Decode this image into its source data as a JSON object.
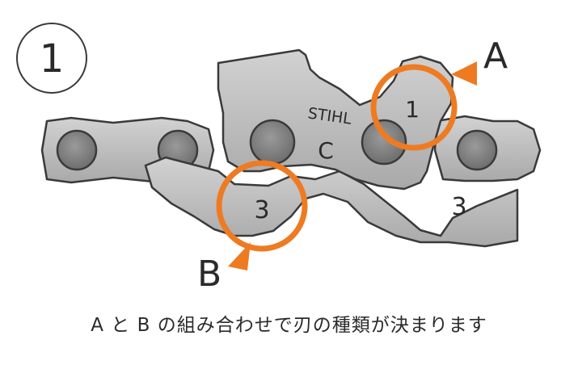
{
  "step": "1",
  "brand_stamp": "STIHL",
  "chain_type_letter": "C",
  "tooth_numbers": {
    "cutter_a": "1",
    "depth_gauge_b": "3",
    "right_link": "3"
  },
  "markers": {
    "a": "A",
    "b": "B"
  },
  "caption": "A と B の組み合わせで刃の種類が決まります",
  "colors": {
    "highlight": "#ee7b22",
    "metal": "#b9b9b9",
    "outline": "#3a3a3a",
    "rivet": "#808080"
  }
}
